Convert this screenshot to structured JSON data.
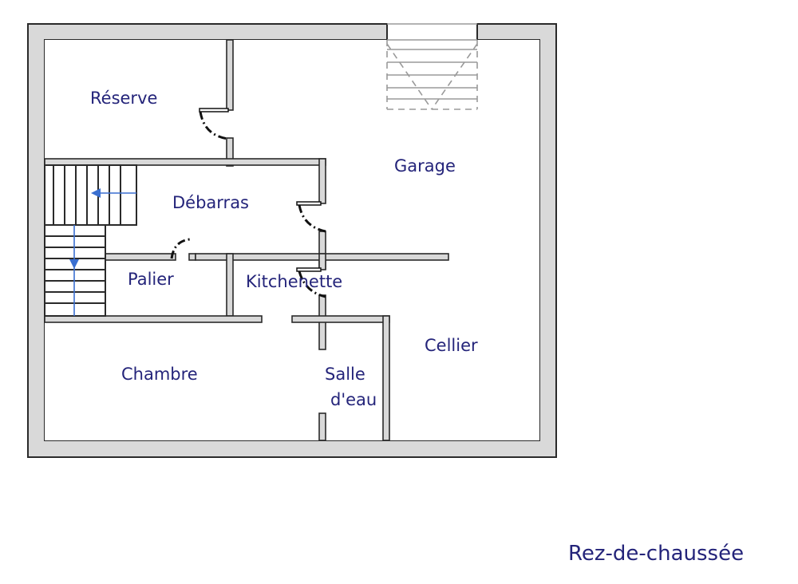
{
  "title": "Rez-de-chaussée",
  "rooms": {
    "reserve": "Réserve",
    "garage": "Garage",
    "debarras": "Débarras",
    "palier": "Palier",
    "kitchenette": "Kitchenette",
    "cellier": "Cellier",
    "chambre": "Chambre",
    "salle_eau_line1": "Salle",
    "salle_eau_line2": "d'eau"
  }
}
